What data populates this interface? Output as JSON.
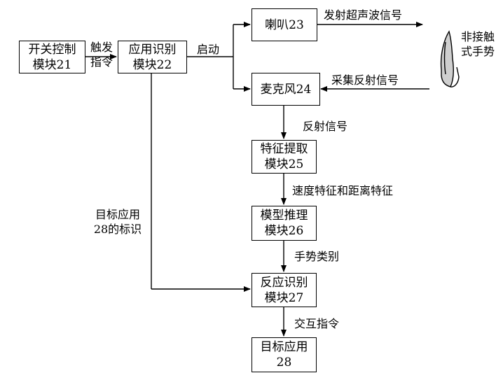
{
  "boxes": {
    "switch_control": [
      "开关控制",
      "模块21"
    ],
    "app_recognition": [
      "应用识别",
      "模块22"
    ],
    "speaker": "喇叭23",
    "microphone": "麦克风24",
    "feature_extraction": [
      "特征提取",
      "模块25"
    ],
    "model_inference": [
      "模型推理",
      "模块26"
    ],
    "response_recognition": [
      "反应识别",
      "模块27"
    ],
    "target_app": [
      "目标应用",
      "28"
    ]
  },
  "labels": {
    "trigger": [
      "触发",
      "指令"
    ],
    "start": "启动",
    "emit_ultrasound": "发射超声波信号",
    "collect_reflected": "采集反射信号",
    "reflected_signal": "反射信号",
    "speed_distance_features": "速度特征和距离特征",
    "gesture_category": "手势类别",
    "interaction_command": "交互指令",
    "target_app_id": [
      "目标应用",
      "28的标识"
    ],
    "non_contact_gesture": [
      "非接触",
      "式手势"
    ]
  }
}
